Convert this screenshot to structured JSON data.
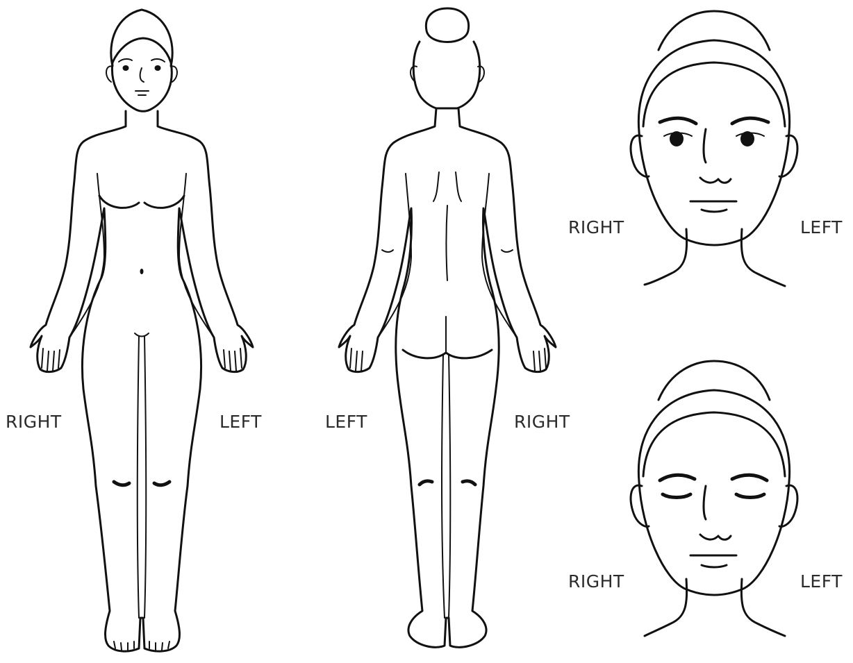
{
  "figures": {
    "front_body": {
      "right_label": "RIGHT",
      "left_label": "LEFT"
    },
    "back_body": {
      "left_label": "LEFT",
      "right_label": "RIGHT"
    },
    "face_eyes_open": {
      "right_label": "RIGHT",
      "left_label": "LEFT"
    },
    "face_eyes_closed": {
      "right_label": "RIGHT",
      "left_label": "LEFT"
    }
  },
  "colors": {
    "line": "#111111",
    "label": "#2b2b2b",
    "background": "#ffffff"
  }
}
